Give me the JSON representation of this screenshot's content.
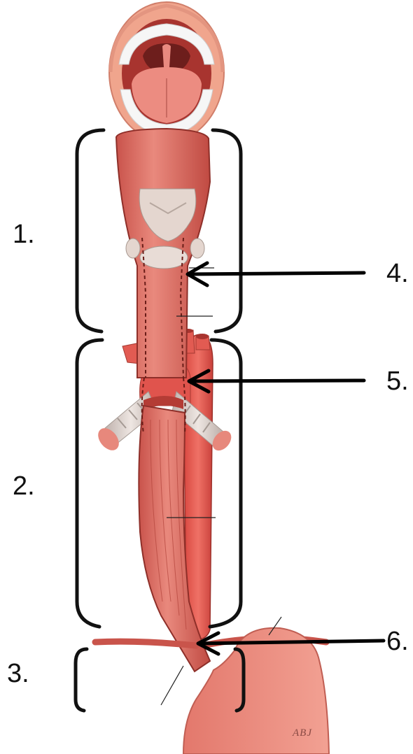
{
  "labels": {
    "l1": "1.",
    "l2": "2.",
    "l3": "3.",
    "l4": "4.",
    "l5": "5.",
    "l6": "6."
  },
  "signature": "ABJ",
  "colors": {
    "esophagus": "#d9635a",
    "esophagus_dark": "#b8473f",
    "mouth_skin": "#f0a890",
    "teeth": "#f4f4f4",
    "tongue": "#e8877c",
    "cartilage": "#e3d3cc",
    "trachea": "#d8cfcb",
    "aorta": "#e0504a",
    "bracket": "#111111"
  },
  "icons": {
    "brackets": "curly-bracket-icon",
    "arrows": "pointer-arrow-icon"
  }
}
